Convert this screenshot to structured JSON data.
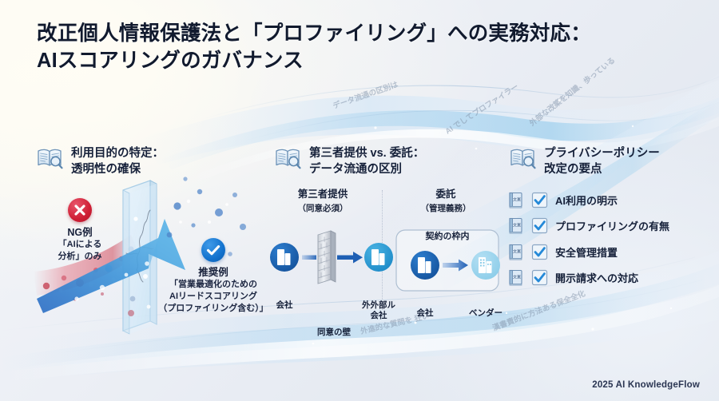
{
  "slide": {
    "title_line1": "改正個人情報保護法と「プロファイリング」への実務対応：",
    "title_line2": "AIスコアリングのガバナンス",
    "footer": "2025 AI KnowledgeFlow",
    "colors": {
      "title_text": "#111a2e",
      "accent_blue": "#1272ce",
      "accent_light_blue": "#4fb6e8",
      "danger_red": "#cf1f35",
      "background": "#eceff5"
    }
  },
  "decorative_wave_text": [
    "データ流通の区別は",
    "AI でしてプロファイラー",
    "外部な改築を知識、歩っている",
    "外進的な質問を 狂い",
    "漢書責的に方法ある保全全化"
  ],
  "sections": [
    {
      "id": "purpose",
      "icon": "book-magnifier-icon",
      "heading_line1": "利用目的の特定：",
      "heading_line2": "透明性の確保",
      "ng": {
        "badge": "x-circle-icon",
        "title": "NG例",
        "sub_line1": "「AIによる",
        "sub_line2": "分析」のみ"
      },
      "ok": {
        "badge": "check-circle-icon",
        "title": "推奨例",
        "sub_line1": "「営業最適化のための",
        "sub_line2": "AIリードスコアリング",
        "sub_line3": "（プロファイリング含む）」"
      }
    },
    {
      "id": "distribution",
      "icon": "book-magnifier-icon",
      "heading_line1": "第三者提供 vs. 委託：",
      "heading_line2": "データ流通の区別",
      "columns": [
        {
          "title": "第三者提供",
          "subtitle": "（同意必須）",
          "from_node": "会社",
          "to_node_line1": "外外部ル",
          "to_node_line2": "会社",
          "barrier_label": "同意の壁",
          "barrier_icon": "brick-wall-icon"
        },
        {
          "title": "委託",
          "subtitle": "（管理義務）",
          "box_label": "契約の枠内",
          "from_node": "会社",
          "to_node": "ベンダー"
        }
      ]
    },
    {
      "id": "privacy-policy",
      "icon": "book-magnifier-icon",
      "heading_line1": "プライバシーポリシー",
      "heading_line2": "改定の要点",
      "checklist": [
        {
          "label": "AI利用の明示",
          "checked": true,
          "icon": "document-book-icon"
        },
        {
          "label": "プロファイリングの有無",
          "checked": true,
          "icon": "document-book-icon"
        },
        {
          "label": "安全管理措置",
          "checked": true,
          "icon": "document-book-icon"
        },
        {
          "label": "開示請求への対応",
          "checked": true,
          "icon": "document-book-icon"
        }
      ]
    }
  ]
}
